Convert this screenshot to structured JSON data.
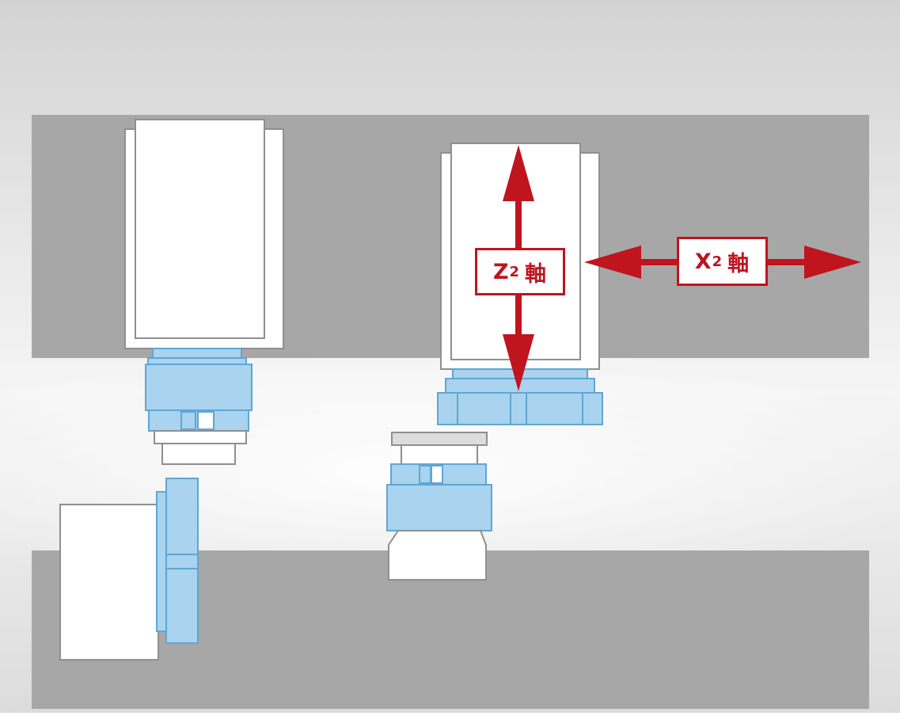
{
  "labels": {
    "z2_axis": {
      "letter": "Z",
      "subscript": "2",
      "word": "軸"
    },
    "x2_axis": {
      "letter": "X",
      "subscript": "2",
      "word": "軸"
    }
  },
  "colors": {
    "accent_red": "#c0141e",
    "panel_gray": "#a7a7a7",
    "part_blue": "#a9d3ee",
    "part_outline": "#5fa6d4",
    "head_white": "#ffffff",
    "head_outline": "#8f8f8f"
  },
  "icons": {
    "z2_arrow": "double-arrow-vertical-icon",
    "x2_arrow": "double-arrow-horizontal-icon"
  }
}
